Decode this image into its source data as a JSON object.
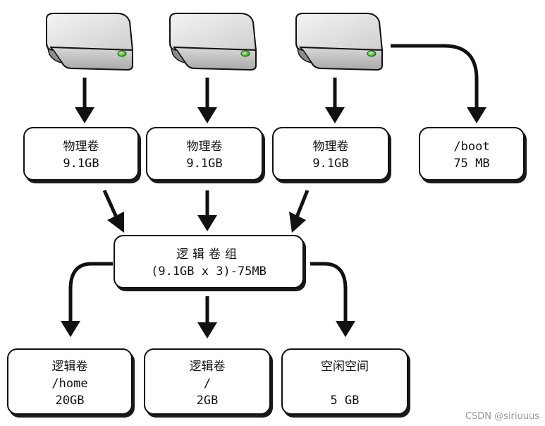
{
  "physical_volumes": [
    {
      "title": "物理卷",
      "size": "9.1GB"
    },
    {
      "title": "物理卷",
      "size": "9.1GB"
    },
    {
      "title": "物理卷",
      "size": "9.1GB"
    }
  ],
  "boot_partition": {
    "name": "/boot",
    "size": "75 MB"
  },
  "volume_group": {
    "title": "逻辑卷组",
    "formula": "(9.1GB x 3)-75MB"
  },
  "logical_volumes": [
    {
      "title": "逻辑卷",
      "mount": "/home",
      "size": "20GB"
    },
    {
      "title": "逻辑卷",
      "mount": "/",
      "size": "2GB"
    }
  ],
  "free_space": {
    "title": "空闲空间",
    "size": "5 GB"
  },
  "watermark": "CSDN @siriuuus",
  "icons": [
    "hard-drive-icon",
    "hard-drive-icon",
    "hard-drive-icon"
  ]
}
